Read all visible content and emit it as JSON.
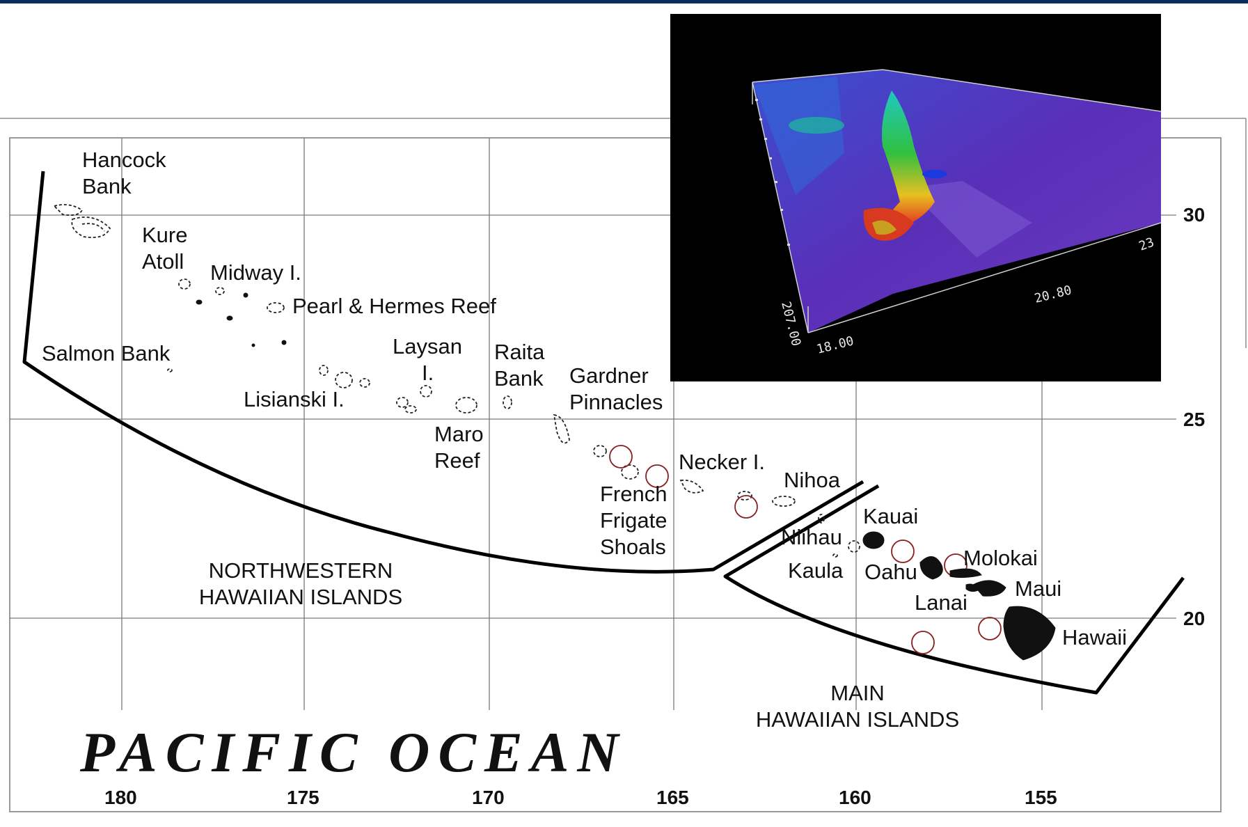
{
  "map": {
    "ocean_label": "PACIFIC OCEAN",
    "region_labels": {
      "northwestern_line1": "NORTHWESTERN",
      "northwestern_line2": "HAWAIIAN ISLANDS",
      "main_line1": "MAIN",
      "main_line2": "HAWAIIAN ISLANDS"
    },
    "longitude_ticks": [
      "180",
      "175",
      "170",
      "165",
      "160",
      "155"
    ],
    "latitude_ticks": [
      "30",
      "25",
      "20"
    ],
    "places": {
      "hancock_1": "Hancock",
      "hancock_2": "Bank",
      "kure_1": "Kure",
      "kure_2": "Atoll",
      "midway": "Midway I.",
      "pearl_hermes": "Pearl & Hermes Reef",
      "salmon": "Salmon Bank",
      "lisianski": "Lisianski I.",
      "laysan_1": "Laysan",
      "laysan_2": "I.",
      "raita_1": "Raita",
      "raita_2": "Bank",
      "gardner_1": "Gardner",
      "gardner_2": "Pinnacles",
      "maro_1": "Maro",
      "maro_2": "Reef",
      "necker": "Necker I.",
      "nihoa": "Nihoa",
      "french_1": "French",
      "french_2": "Frigate",
      "french_3": "Shoals",
      "kauai": "Kauai",
      "niihau": "Niihau",
      "kaula": "Kaula",
      "oahu": "Oahu",
      "molokai": "Molokai",
      "maui": "Maui",
      "lanai": "Lanai",
      "hawaii": "Hawaii"
    },
    "colors": {
      "boundary": "#000000",
      "ring": "#8b1e1e",
      "topbar": "#0d2d5c"
    }
  },
  "inset": {
    "tick_labels": [
      "18.00",
      "20.80",
      "207.00",
      "23"
    ],
    "colors": {
      "background": "#000000",
      "seafloor": "#5a2fb8",
      "ridge_high": "#e02020",
      "ridge_mid": "#30c040"
    }
  }
}
